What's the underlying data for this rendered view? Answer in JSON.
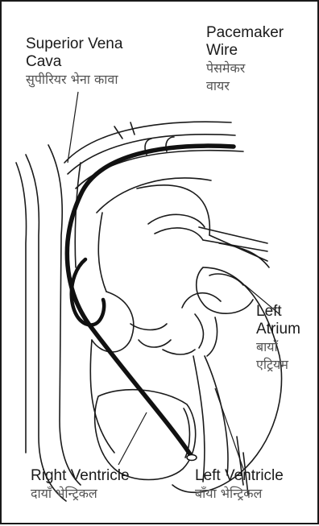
{
  "labels": {
    "svc": {
      "en_line1": "Superior Vena",
      "en_line2": "Cava",
      "hi": "सुपीरियर भेना कावा"
    },
    "wire": {
      "en_line1": "Pacemaker",
      "en_line2": "Wire",
      "hi_line1": "पेसमेकर",
      "hi_line2": "वायर"
    },
    "la": {
      "en_line1": "Left",
      "en_line2": "Atrium",
      "hi_line1": "बायाँ",
      "hi_line2": "एट्रियम"
    },
    "rv": {
      "en": "Right Ventricle",
      "hi": "दायाँ भेन्ट्रिकल"
    },
    "lv": {
      "en": "Left Ventricle",
      "hi": "बाँया भेन्ट्रिकल"
    }
  },
  "colors": {
    "line": "#1a1a1a",
    "hindi_text": "#555555",
    "wire": "#111111",
    "background": "#ffffff"
  }
}
